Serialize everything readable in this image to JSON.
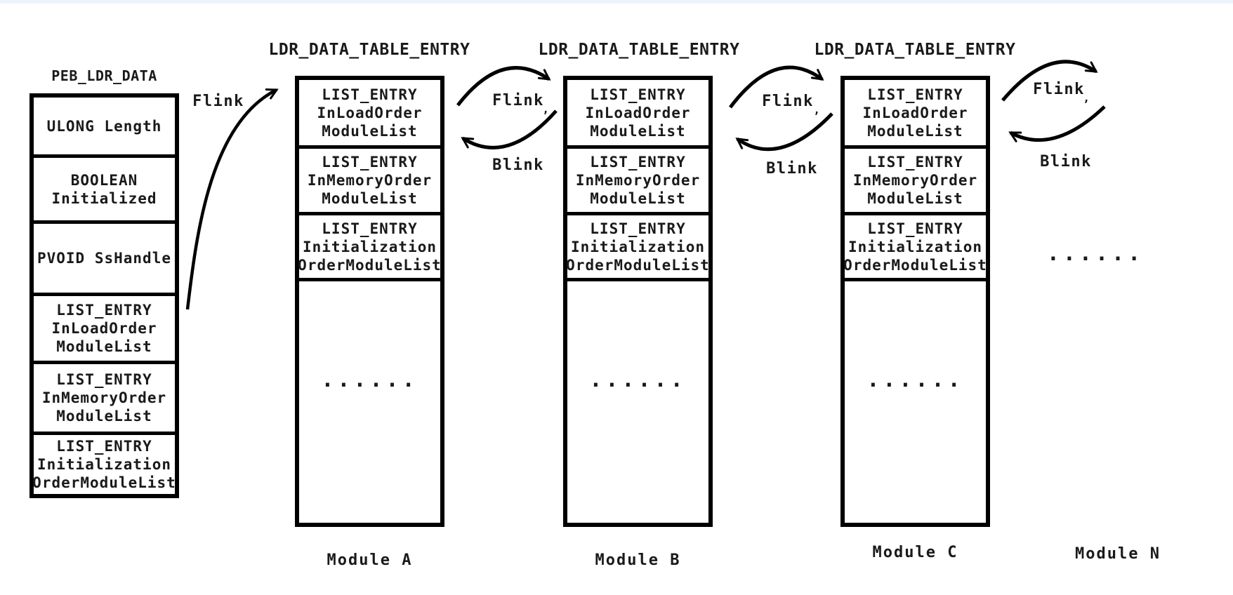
{
  "diagram": {
    "peb": {
      "title": "PEB_LDR_DATA",
      "rows": [
        "ULONG Length",
        "BOOLEAN\nInitialized",
        "PVOID SsHandle",
        "LIST_ENTRY\nInLoadOrder\nModuleList",
        "LIST_ENTRY\nInMemoryOrder\nModuleList",
        "LIST_ENTRY\nInitialization\nOrderModuleList"
      ]
    },
    "entry_title": "LDR_DATA_TABLE_ENTRY",
    "entry_rows": [
      "LIST_ENTRY\nInLoadOrder\nModuleList",
      "LIST_ENTRY\nInMemoryOrder\nModuleList",
      "LIST_ENTRY\nInitialization\nOrderModuleList"
    ],
    "ellipsis": "......",
    "modules": [
      {
        "label": "Module A"
      },
      {
        "label": "Module B"
      },
      {
        "label": "Module C"
      }
    ],
    "module_n": {
      "label": "Module N"
    },
    "links": {
      "flink": "Flink",
      "blink": "Blink",
      "tick": ","
    },
    "colors": {
      "ink": "#000000",
      "text": "#1a1a1a",
      "top_strip": "#eef4fb"
    }
  }
}
